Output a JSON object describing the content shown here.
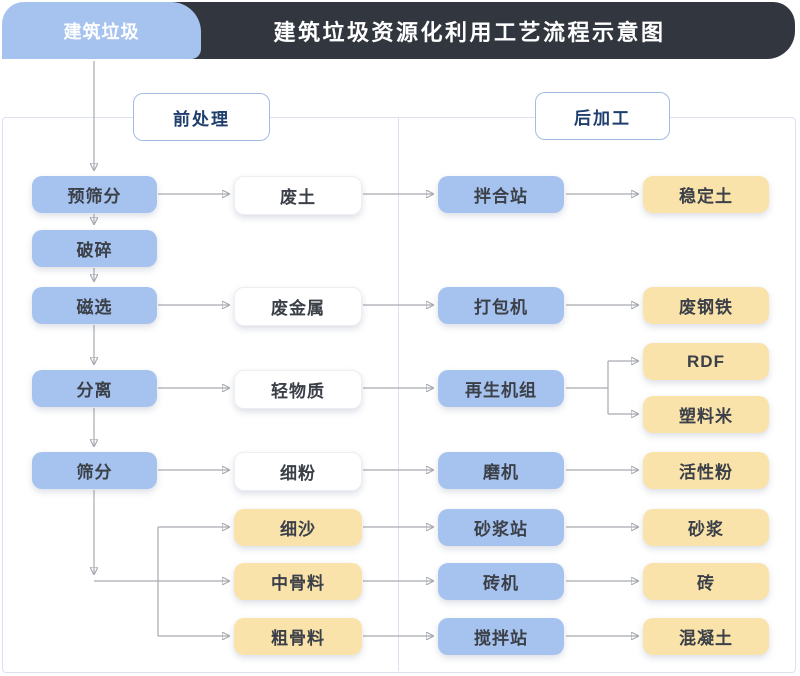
{
  "header": {
    "tab_label": "建筑垃圾",
    "title": "建筑垃圾资源化利用工艺流程示意图"
  },
  "sections": {
    "pre": "前处理",
    "post": "后加工"
  },
  "colors": {
    "header_bg": "#32363f",
    "header_text": "#ffffff",
    "tab_bg": "#a6c3ef",
    "tab_text": "#ffffff",
    "process_blue": "#a6c3ef",
    "product_yellow": "#fae3ab",
    "neutral_white": "#ffffff",
    "node_text": "#3b4048",
    "line_gray": "#a7abb1",
    "panel_border": "#dde1ee",
    "section_border": "#a3bce4",
    "section_text": "#1e3e6e"
  },
  "nodes": {
    "source": "建筑垃圾",
    "pre_screening": "预筛分",
    "crushing": "破碎",
    "magnetic_separation": "磁选",
    "separation": "分离",
    "screening": "筛分",
    "waste_soil": "废土",
    "waste_metal": "废金属",
    "light_material": "轻物质",
    "fine_powder": "细粉",
    "fine_sand": "细沙",
    "medium_aggregate": "中骨料",
    "coarse_aggregate": "粗骨料",
    "mixing_station": "拌合站",
    "baler": "打包机",
    "regeneration_unit": "再生机组",
    "mill": "磨机",
    "mortar_station": "砂浆站",
    "brick_machine": "砖机",
    "agitating_station": "搅拌站",
    "stabilized_soil": "稳定土",
    "scrap_steel": "废钢铁",
    "rdf": "RDF",
    "plastic_pellets": "塑料米",
    "active_powder": "活性粉",
    "mortar": "砂浆",
    "brick": "砖",
    "concrete": "混凝土"
  },
  "edges": [
    {
      "from": "source",
      "to": "pre_screening"
    },
    {
      "from": "pre_screening",
      "to": "crushing"
    },
    {
      "from": "crushing",
      "to": "magnetic_separation"
    },
    {
      "from": "magnetic_separation",
      "to": "separation"
    },
    {
      "from": "separation",
      "to": "screening"
    },
    {
      "from": "pre_screening",
      "to": "waste_soil"
    },
    {
      "from": "magnetic_separation",
      "to": "waste_metal"
    },
    {
      "from": "separation",
      "to": "light_material"
    },
    {
      "from": "screening",
      "to": "fine_powder"
    },
    {
      "from": "screening",
      "to": "fine_sand"
    },
    {
      "from": "screening",
      "to": "medium_aggregate"
    },
    {
      "from": "screening",
      "to": "coarse_aggregate"
    },
    {
      "from": "waste_soil",
      "to": "mixing_station"
    },
    {
      "from": "waste_metal",
      "to": "baler"
    },
    {
      "from": "light_material",
      "to": "regeneration_unit"
    },
    {
      "from": "fine_powder",
      "to": "mill"
    },
    {
      "from": "fine_sand",
      "to": "mortar_station"
    },
    {
      "from": "medium_aggregate",
      "to": "brick_machine"
    },
    {
      "from": "coarse_aggregate",
      "to": "agitating_station"
    },
    {
      "from": "mixing_station",
      "to": "stabilized_soil"
    },
    {
      "from": "baler",
      "to": "scrap_steel"
    },
    {
      "from": "regeneration_unit",
      "to": "rdf"
    },
    {
      "from": "regeneration_unit",
      "to": "plastic_pellets"
    },
    {
      "from": "mill",
      "to": "active_powder"
    },
    {
      "from": "mortar_station",
      "to": "mortar"
    },
    {
      "from": "brick_machine",
      "to": "brick"
    },
    {
      "from": "agitating_station",
      "to": "concrete"
    }
  ]
}
